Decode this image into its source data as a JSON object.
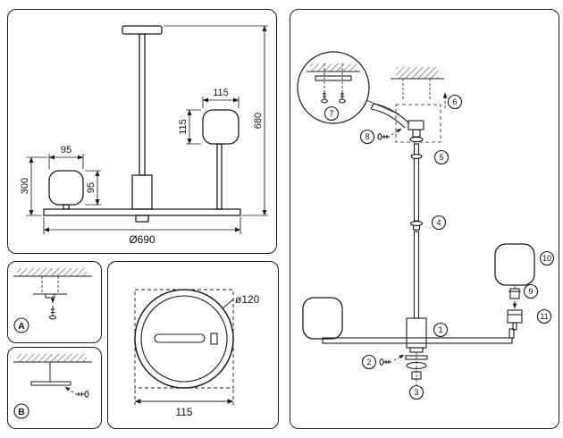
{
  "front_view": {
    "dim_total_height": "680",
    "dim_total_diameter": "Ø690",
    "dim_left_height": "300",
    "dim_left_shade_width": "95",
    "dim_left_shade_height": "95",
    "dim_right_shade_width": "115",
    "dim_right_shade_height": "115"
  },
  "canopy": {
    "dim_diameter": "ø120",
    "dim_plate_width": "115"
  },
  "detail_a": {
    "label": "A"
  },
  "detail_b": {
    "label": "B"
  },
  "exploded": {
    "callout_1": "1",
    "callout_2": "2",
    "callout_3": "3",
    "callout_4": "4",
    "callout_5": "5",
    "callout_6": "6",
    "callout_7": "7",
    "callout_8": "8",
    "callout_9": "9",
    "callout_10": "10",
    "callout_11": "11"
  }
}
